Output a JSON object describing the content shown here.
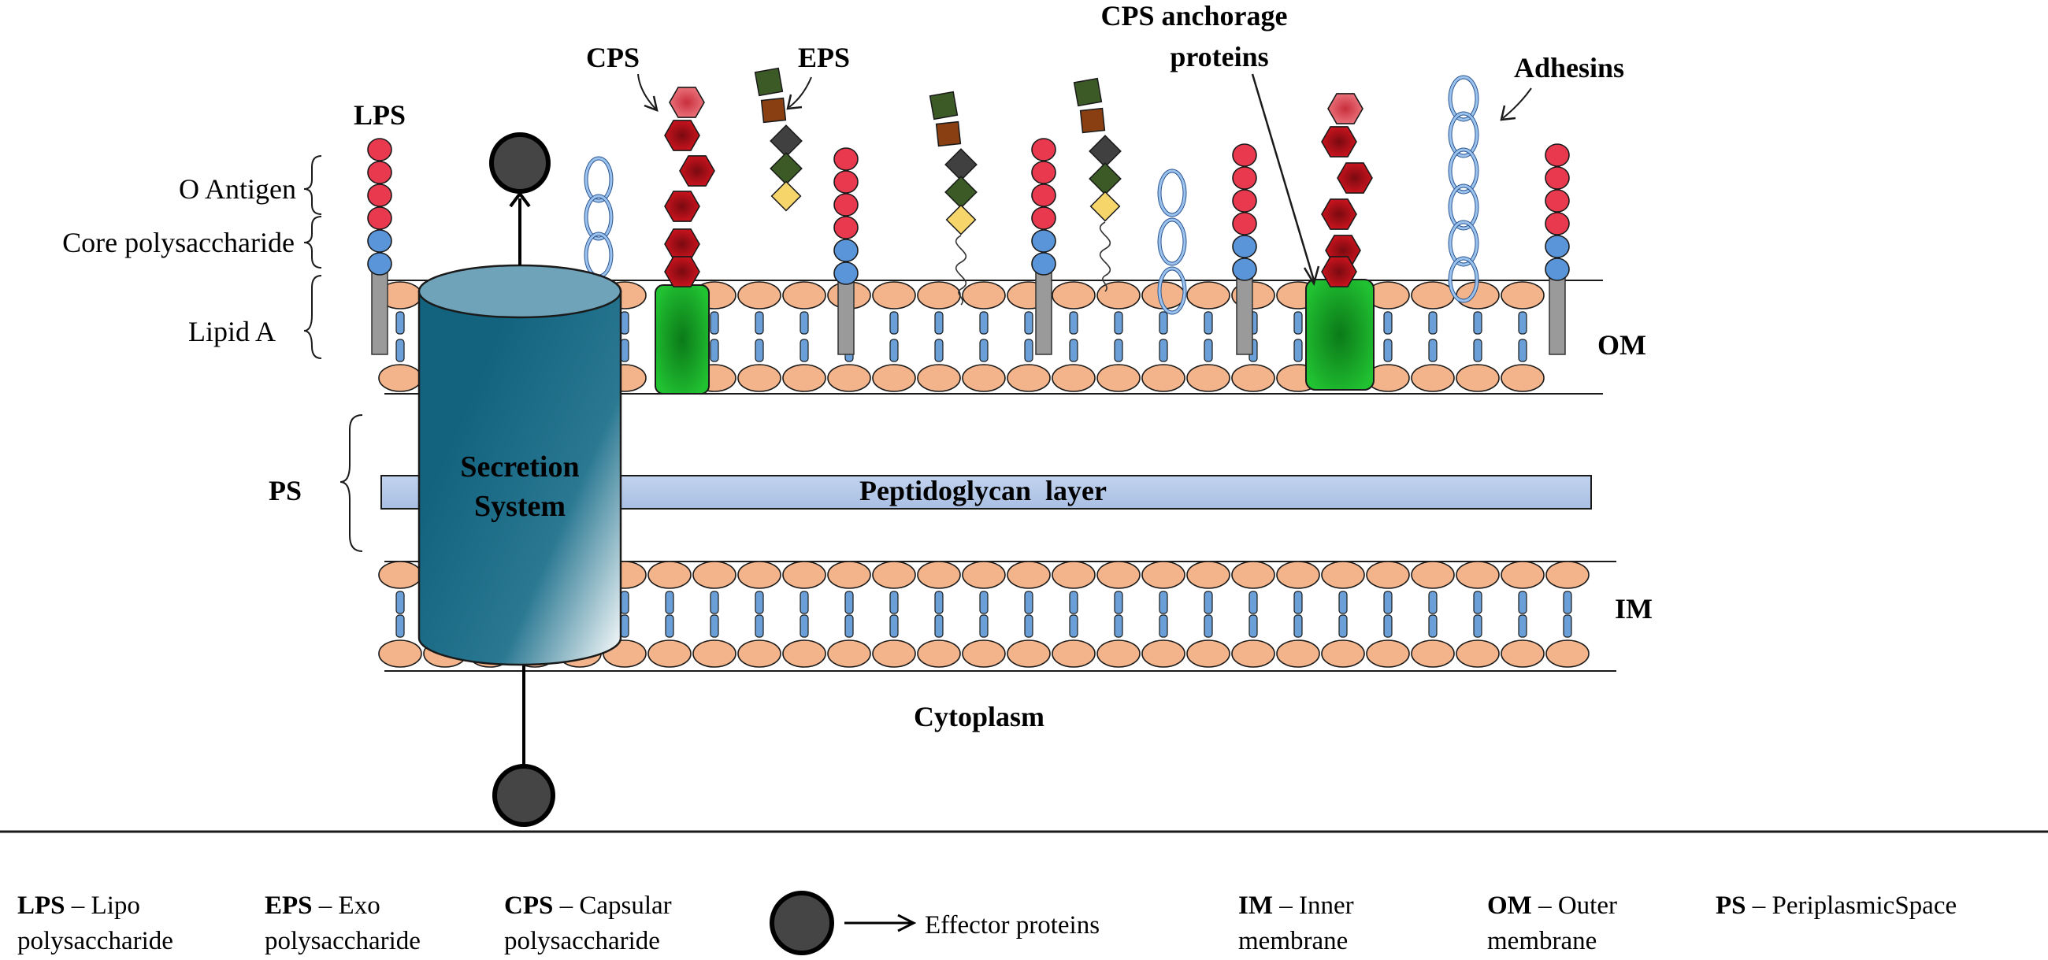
{
  "labels": {
    "lps": "LPS",
    "cps": "CPS",
    "eps": "EPS",
    "cps_anchorage_1": "CPS anchorage",
    "cps_anchorage_2": "proteins",
    "adhesins": "Adhesins",
    "o_antigen": "O Antigen",
    "core_polysaccharide": "Core polysaccharide",
    "lipid_a": "Lipid A",
    "om": "OM",
    "ps": "PS",
    "secretion_1": "Secretion",
    "secretion_2": "System",
    "peptidoglycan": "Peptidoglycan  layer",
    "im": "IM",
    "cytoplasm": "Cytoplasm"
  },
  "legend": {
    "lps_abbr": "LPS",
    "lps_l1": " – Lipo",
    "lps_l2": "polysaccharide",
    "eps_abbr": "EPS",
    "eps_l1": " – Exo",
    "eps_l2": "polysaccharide",
    "cps_abbr": "CPS",
    "cps_l1": " – Capsular",
    "cps_l2": "polysaccharide",
    "effector": "Effector proteins",
    "im_abbr": "IM",
    "im_l1": " – Inner",
    "im_l2": "membrane",
    "om_abbr": "OM",
    "om_l1": " – Outer",
    "om_l2": "membrane",
    "ps_abbr": "PS",
    "ps_l1": " – PeriplasmicSpace"
  },
  "colors": {
    "lipid_head": "#f3b48b",
    "lipid_tail": "#6a9fd8",
    "o_antigen_sugar": "#e8394f",
    "core_sugar": "#5b95d9",
    "capsule_hexagon": "#c0101a",
    "anchorage_protein": "#19b82a",
    "peptidoglycan": "#b4c7e7",
    "secretion_system": "#16657f",
    "effector_protein": "#454545",
    "eps_dark_green": "#3b5a25",
    "eps_brown": "#8a3f12",
    "eps_dark_grey": "#404040",
    "eps_yellow": "#f6d56a"
  }
}
